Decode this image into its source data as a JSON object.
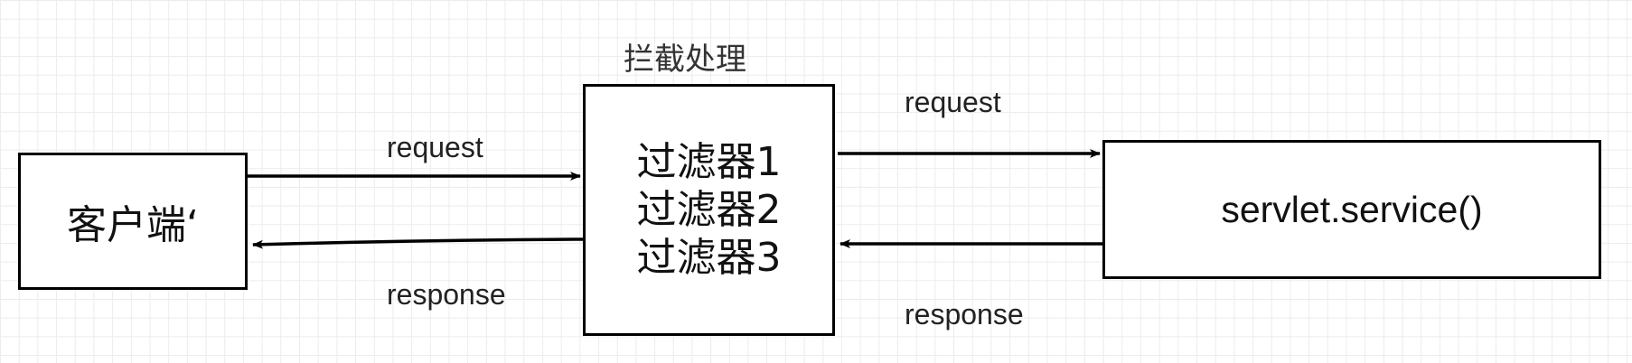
{
  "diagram": {
    "filter_title": "拦截处理",
    "client": {
      "label": "客户端‘"
    },
    "filter_box": {
      "lines": [
        "过滤器1",
        "过滤器2",
        "过滤器3"
      ]
    },
    "servlet": {
      "label": "servlet.service()"
    },
    "edges": {
      "client_to_filter": "request",
      "filter_to_client": "response",
      "filter_to_servlet": "request",
      "servlet_to_filter": "response"
    }
  }
}
